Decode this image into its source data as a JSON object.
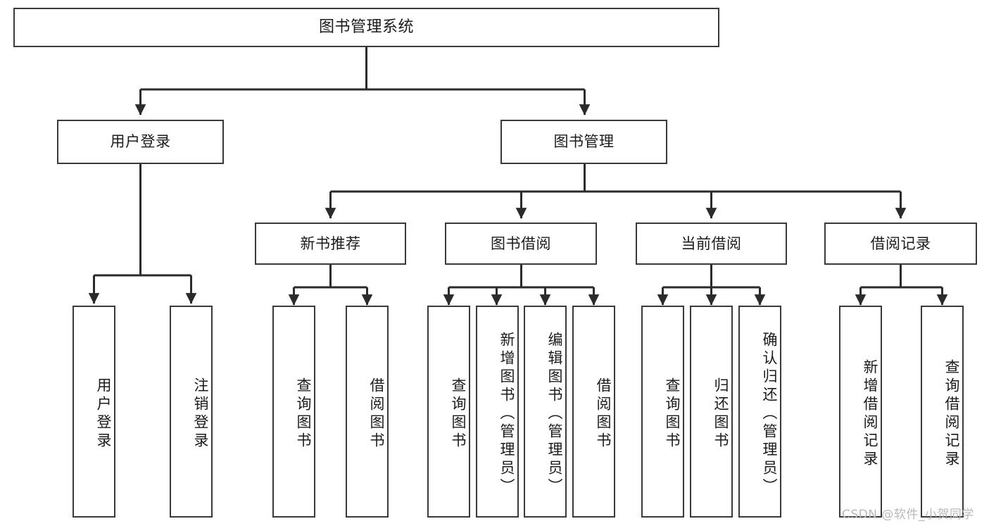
{
  "diagram": {
    "title": "图书管理系统",
    "type": "tree-hierarchy",
    "watermark": "CSDN @软件_小贺同学",
    "colors": {
      "box_border": "#3a3a3a",
      "box_fill": "#ffffff",
      "connector": "#2b2b2b",
      "text": "#1b1b1b",
      "watermark": "#b9b9b9",
      "background": "#ffffff"
    },
    "levels": {
      "level1": [
        {
          "id": "root",
          "label": "图书管理系统",
          "orientation": "horizontal"
        }
      ],
      "level2": [
        {
          "id": "login",
          "label": "用户登录",
          "orientation": "horizontal",
          "parent": "root"
        },
        {
          "id": "bookmgmt",
          "label": "图书管理",
          "orientation": "horizontal",
          "parent": "root"
        }
      ],
      "level3": [
        {
          "id": "newbook",
          "label": "新书推荐",
          "orientation": "horizontal",
          "parent": "bookmgmt"
        },
        {
          "id": "borrow",
          "label": "图书借阅",
          "orientation": "horizontal",
          "parent": "bookmgmt"
        },
        {
          "id": "current",
          "label": "当前借阅",
          "orientation": "horizontal",
          "parent": "bookmgmt"
        },
        {
          "id": "records",
          "label": "借阅记录",
          "orientation": "horizontal",
          "parent": "bookmgmt"
        }
      ],
      "leaves": [
        {
          "id": "leaf1",
          "label": "用户登录",
          "orientation": "vertical",
          "parent": "login"
        },
        {
          "id": "leaf2",
          "label": "注销登录",
          "orientation": "vertical",
          "parent": "login"
        },
        {
          "id": "leaf3",
          "label": "查询图书",
          "orientation": "vertical",
          "parent": "newbook"
        },
        {
          "id": "leaf4",
          "label": "借阅图书",
          "orientation": "vertical",
          "parent": "newbook"
        },
        {
          "id": "leaf5",
          "label": "查询图书",
          "orientation": "vertical",
          "parent": "borrow"
        },
        {
          "id": "leaf6",
          "label": "新增图书（管理员）",
          "orientation": "vertical",
          "parent": "borrow"
        },
        {
          "id": "leaf7",
          "label": "编辑图书（管理员）",
          "orientation": "vertical",
          "parent": "borrow"
        },
        {
          "id": "leaf8",
          "label": "借阅图书",
          "orientation": "vertical",
          "parent": "borrow"
        },
        {
          "id": "leaf9",
          "label": "查询图书",
          "orientation": "vertical",
          "parent": "current"
        },
        {
          "id": "leaf10",
          "label": "归还图书",
          "orientation": "vertical",
          "parent": "current"
        },
        {
          "id": "leaf11",
          "label": "确认归还（管理员）",
          "orientation": "vertical",
          "parent": "current"
        },
        {
          "id": "leaf12",
          "label": "新增借阅记录",
          "orientation": "vertical",
          "parent": "records"
        },
        {
          "id": "leaf13",
          "label": "查询借阅记录",
          "orientation": "vertical",
          "parent": "records"
        }
      ]
    }
  }
}
